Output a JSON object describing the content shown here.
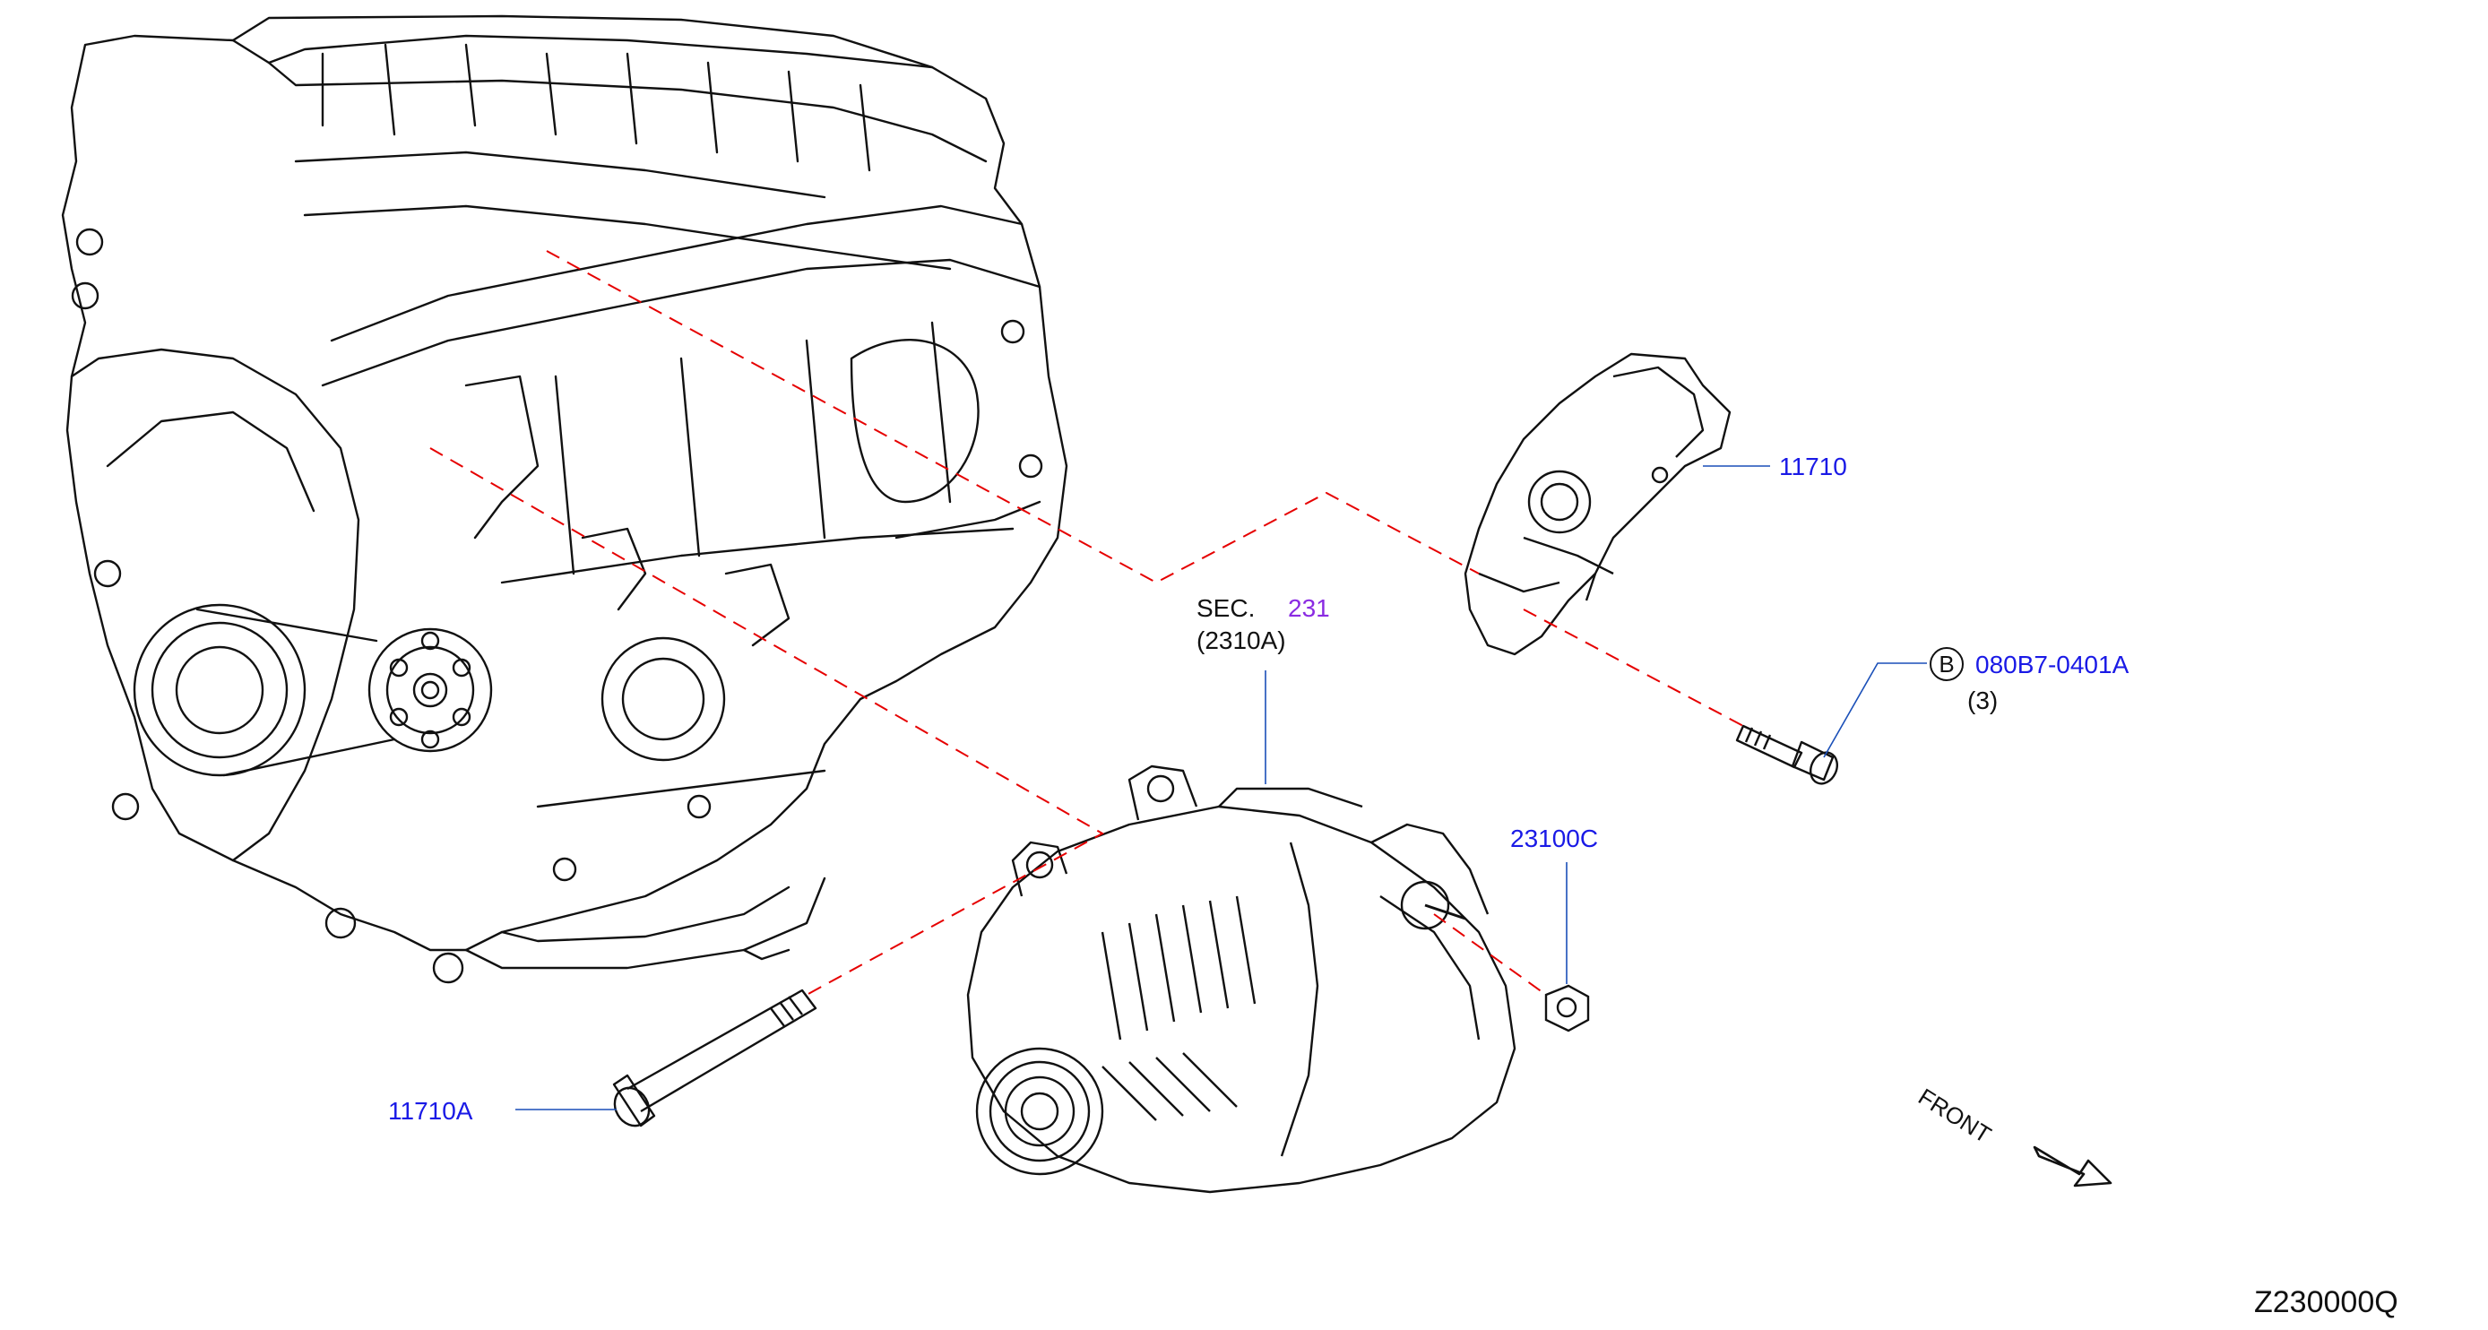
{
  "callouts": {
    "part_11710": "11710",
    "part_bolt_b": "080B7-0401A",
    "bolt_b_marker": "B",
    "bolt_b_qty": "(3)",
    "part_23100c": "23100C",
    "part_11710a": "11710A",
    "sec_prefix": "SEC.",
    "sec_number": "231",
    "sec_ref": "(2310A)"
  },
  "front_label": "FRONT",
  "diagram_code": "Z230000Q",
  "colors": {
    "link": "#1a1ae6",
    "section_link": "#8a2be2",
    "linework": "#111111",
    "phantom_line": "#e60000"
  },
  "icons": [
    "front-arrow-icon",
    "engine-block-drawing",
    "alternator-drawing",
    "bracket-drawing",
    "bolt-drawing",
    "nut-drawing"
  ]
}
